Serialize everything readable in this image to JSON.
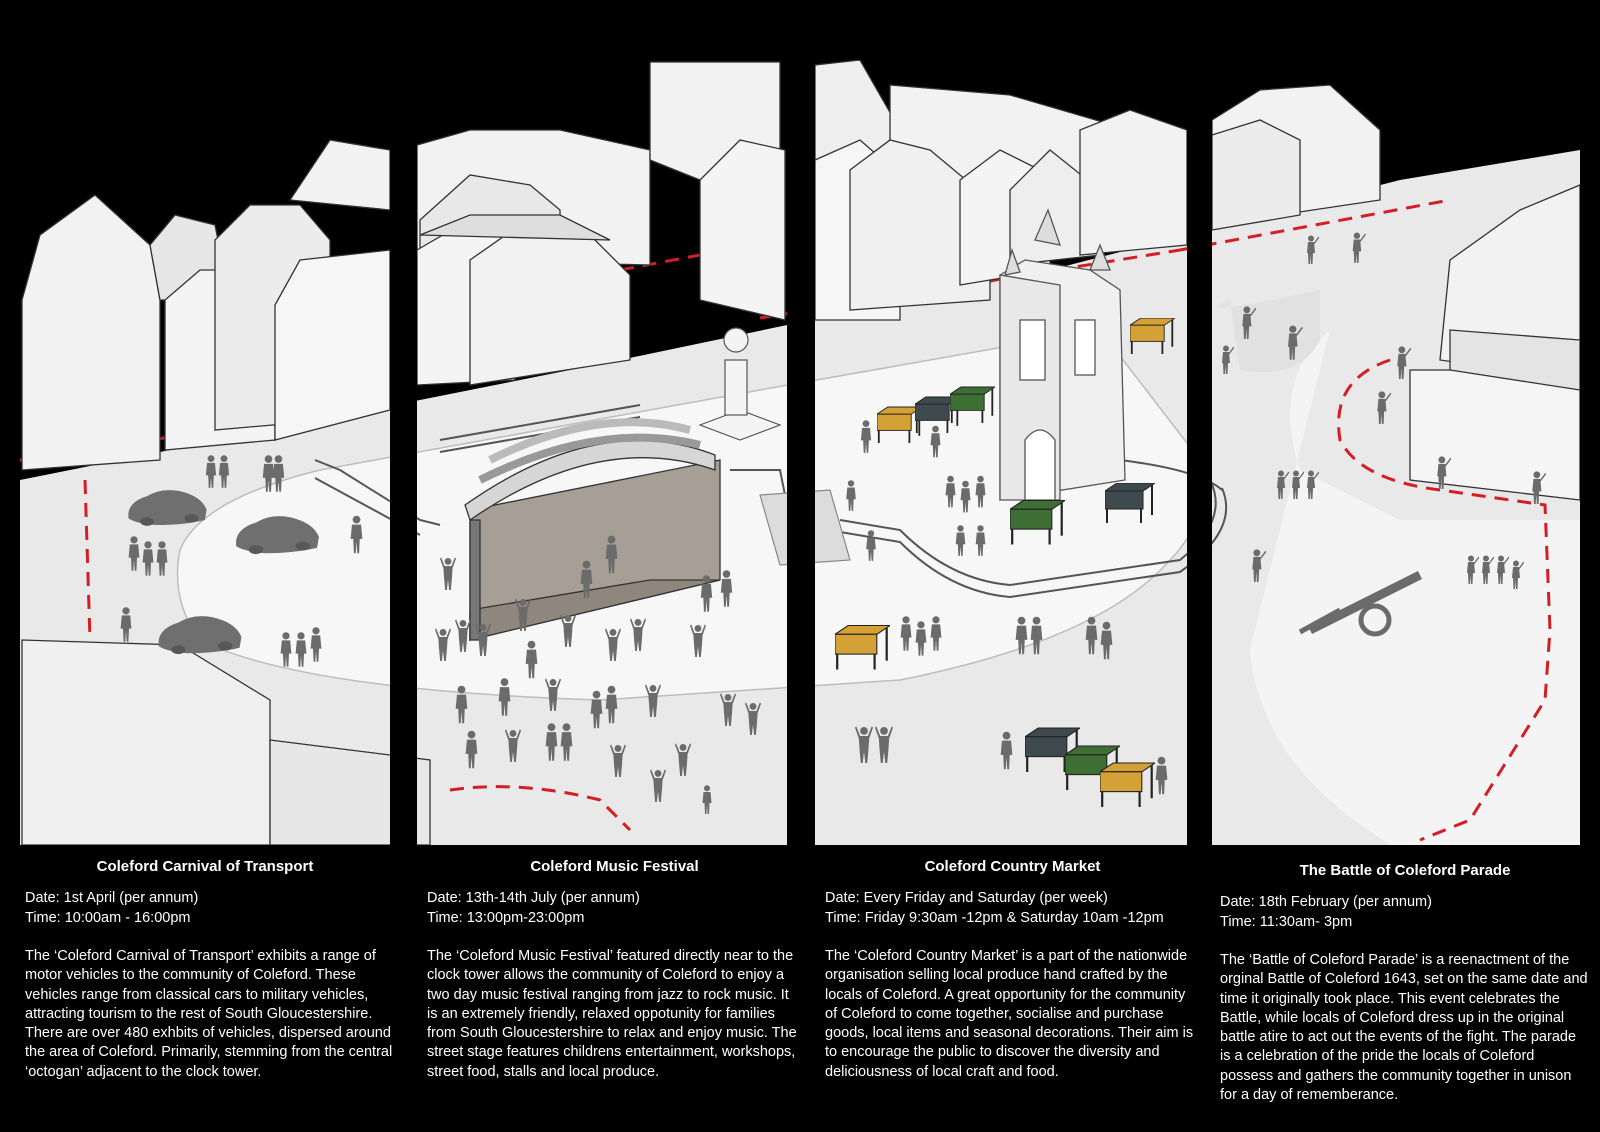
{
  "panels": [
    {
      "title": "Coleford Carnival of Transport",
      "date": "Date: 1st April (per annum)",
      "time": "Time: 10:00am - 16:00pm",
      "description": "The ‘Coleford Carnival of Transport’ exhibits a range of motor vehicles to the community of Coleford. These vehicles range from classical cars to military vehicles, attracting tourism to the rest of South Gloucestershire. There are over 480 exhbits of vehicles, dispersed around the area of Coleford. Primarily, stemming from the central ‘octogan’ adjacent to the clock tower."
    },
    {
      "title": "Coleford Music Festival",
      "date": "Date: 13th-14th July (per annum)",
      "time": "Time: 13:00pm-23:00pm",
      "description": "The ‘Coleford Music Festival’ featured directly near to the clock tower allows the community of Coleford to enjoy a two day music festival ranging from jazz to rock music. It is an extremely friendly, relaxed oppotunity for families from South Gloucestershire to relax and enjoy music. The street stage features childrens entertainment, workshops, street food, stalls and local produce."
    },
    {
      "title": "Coleford Country Market",
      "date": "Date: Every Friday and Saturday (per week)",
      "time": "Time: Friday 9:30am -12pm & Saturday 10am -12pm",
      "description": "The ‘Coleford Country Market’ is a part of the nationwide organisation selling local produce hand crafted by the locals of Coleford. A great opportunity for the community of Coleford to come together, socialise and purchase goods, local items and seasonal decorations. Their aim is to encourage the public to discover the diversity and deliciousness of local craft and food."
    },
    {
      "title": "The Battle of Coleford Parade",
      "date": "Date: 18th February (per annum)",
      "time": "Time: 11:30am- 3pm",
      "description": "The ‘Battle of Coleford Parade’ is a reenactment of the orginal Battle of Coleford 1643, set on the same date and time it originally took place. This event celebrates the Battle, while locals of Coleford dress up in the original battle atire to act out the events of the fight. The parade is a celebration of the pride the locals of Coleford possess and gathers the community together in unison for a day of rememberance."
    }
  ],
  "colors": {
    "background": "#000000",
    "building_face": "#f2f2f2",
    "building_side": "#dcdcdc",
    "road": "#e9e9e9",
    "plaza": "#f7f7f7",
    "figure": "#6b6b6b",
    "boundary_dash": "#d21f26",
    "stall_yellow": "#d4a137",
    "stall_green": "#3d6e34",
    "stall_slate": "#3f4a4e"
  }
}
